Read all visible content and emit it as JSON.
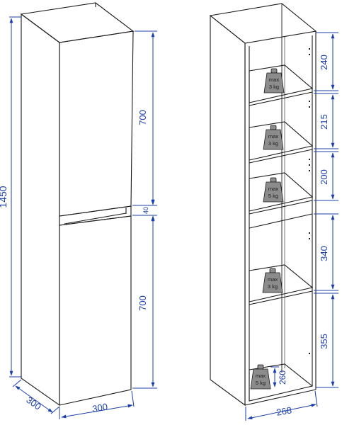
{
  "colors": {
    "dimension": "#1b3fa8",
    "outline": "#1a1a1a",
    "weight_fill": "#8c8c8c",
    "background": "#ffffff"
  },
  "cabinet_closed": {
    "total_height": "1450",
    "upper_door_height": "700",
    "gap_height": "40",
    "lower_door_height": "700",
    "depth": "300",
    "width": "300"
  },
  "cabinet_open": {
    "compartment_heights": [
      "240",
      "215",
      "200",
      "340",
      "355"
    ],
    "inner_width": "268",
    "bottom_clearance": "260",
    "shelf_loads": [
      {
        "line1": "max",
        "line2": "3 kg"
      },
      {
        "line1": "max",
        "line2": "3 kg"
      },
      {
        "line1": "max",
        "line2": "5 kg"
      },
      {
        "line1": "max",
        "line2": "3 kg"
      },
      {
        "line1": "max",
        "line2": "5 kg"
      }
    ]
  }
}
